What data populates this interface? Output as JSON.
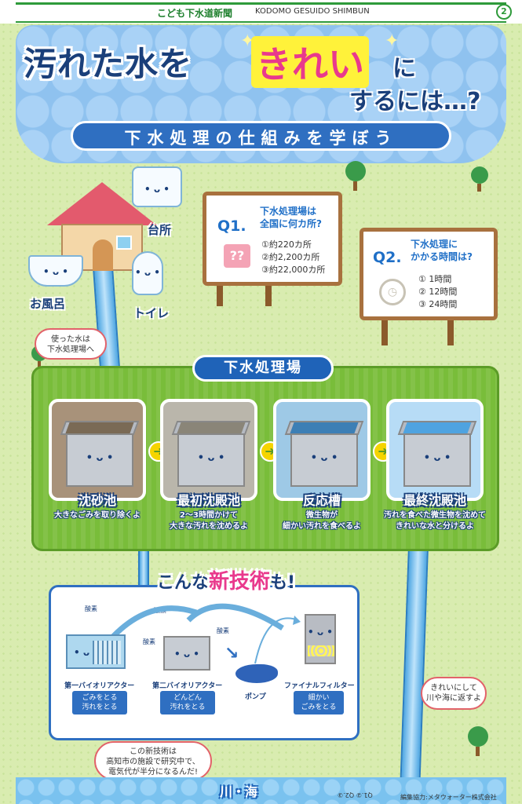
{
  "header": {
    "paper_name": "こども下水道新聞",
    "paper_en": "KODOMO GESUIDO SHIMBUN",
    "page_number": "2"
  },
  "hero": {
    "title_main": "汚れた水を",
    "title_highlight": "きれい",
    "title_ni": "に",
    "title_sub": "するには…?",
    "subtitle": "下水処理の仕組みを学ぼう"
  },
  "house": {
    "kitchen": "台所",
    "bath": "お風呂",
    "toilet": "トイレ",
    "bubble": "使った水は\n下水処理場へ"
  },
  "questions": [
    {
      "label": "Q1.",
      "question": "下水処理場は\n全国に何カ所?",
      "options": [
        "①約220カ所",
        "②約2,200カ所",
        "③約22,000カ所"
      ]
    },
    {
      "label": "Q2.",
      "question": "下水処理に\nかかる時間は?",
      "options": [
        "① 1時間",
        "② 12時間",
        "③ 24時間"
      ]
    }
  ],
  "plant": {
    "title": "下水処理場",
    "steps": [
      {
        "name": "沈砂池",
        "desc": "大きなごみを取り除くよ",
        "fill": "#7a6a55",
        "bg": "#a8927a"
      },
      {
        "name": "最初沈殿池",
        "desc": "2〜3時間かけて\n大きな汚れを沈めるよ",
        "fill": "#8a8578",
        "bg": "#bab6ab"
      },
      {
        "name": "反応槽",
        "desc": "微生物が\n細かい汚れを食べるよ",
        "fill": "#3d7fb5",
        "bg": "#9ec9e6"
      },
      {
        "name": "最終沈殿池",
        "desc": "汚れを食べた微生物を沈めて\nきれいな水と分けるよ",
        "fill": "#4fa3e0",
        "bg": "#b7dcf6"
      }
    ]
  },
  "tech": {
    "title_a": "こんな",
    "title_b": "新技術",
    "title_c": "も!",
    "o2_labels": [
      "酸素",
      "酸素",
      "酸素",
      "酸素"
    ],
    "reactor1": "第一バイオリアクター",
    "reactor1_tag": "ごみをとる\n汚れをとる",
    "reactor2": "第二バイオリアクター",
    "reactor2_tag": "どんどん\n汚れをとる",
    "pump": "ポンプ",
    "filter": "ファイナルフィルター",
    "filter_tag": "細かい\nごみをとる",
    "bubble": "この新技術は\n高知市の施設で研究中で、\n電気代が半分になるんだ!"
  },
  "river_bubble": "きれいにして\n川や海に返すよ",
  "river": "川・海",
  "footer": {
    "answers": "Q1.② Q2.③",
    "credit": "編集協力:メタウォーター株式会社"
  },
  "colors": {
    "primary_blue": "#1f63b8",
    "green": "#79bd3a",
    "pink": "#e9398d",
    "yellow": "#fff23a"
  }
}
